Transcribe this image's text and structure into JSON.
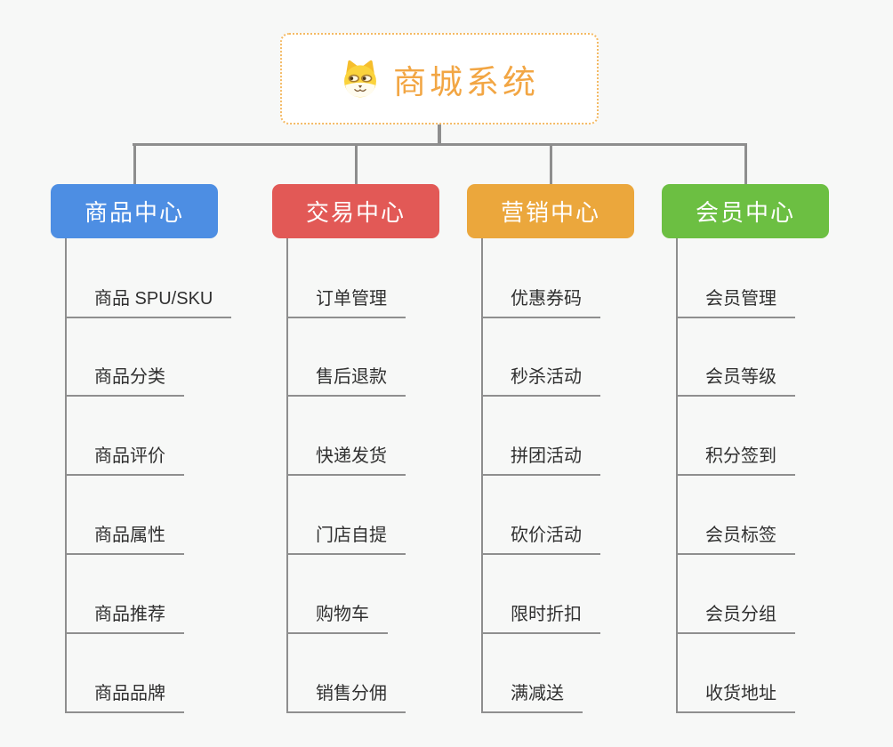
{
  "root": {
    "title": "商城系统",
    "icon": "doge-icon",
    "title_color": "#F2A644",
    "border_color": "#F4BA64"
  },
  "colors": {
    "background": "#F7F8F7",
    "connector": "#8E8E8E",
    "underline": "#8F8F8F",
    "item_text": "#303030"
  },
  "branches": [
    {
      "label": "商品中心",
      "color": "#4D8EE3",
      "items": [
        "商品 SPU/SKU",
        "商品分类",
        "商品评价",
        "商品属性",
        "商品推荐",
        "商品品牌"
      ]
    },
    {
      "label": "交易中心",
      "color": "#E25956",
      "items": [
        "订单管理",
        "售后退款",
        "快递发货",
        "门店自提",
        "购物车",
        "销售分佣"
      ]
    },
    {
      "label": "营销中心",
      "color": "#EBA73C",
      "items": [
        "优惠券码",
        "秒杀活动",
        "拼团活动",
        "砍价活动",
        "限时折扣",
        "满减送"
      ]
    },
    {
      "label": "会员中心",
      "color": "#6CBF42",
      "items": [
        "会员管理",
        "会员等级",
        "积分签到",
        "会员标签",
        "会员分组",
        "收货地址"
      ]
    }
  ]
}
